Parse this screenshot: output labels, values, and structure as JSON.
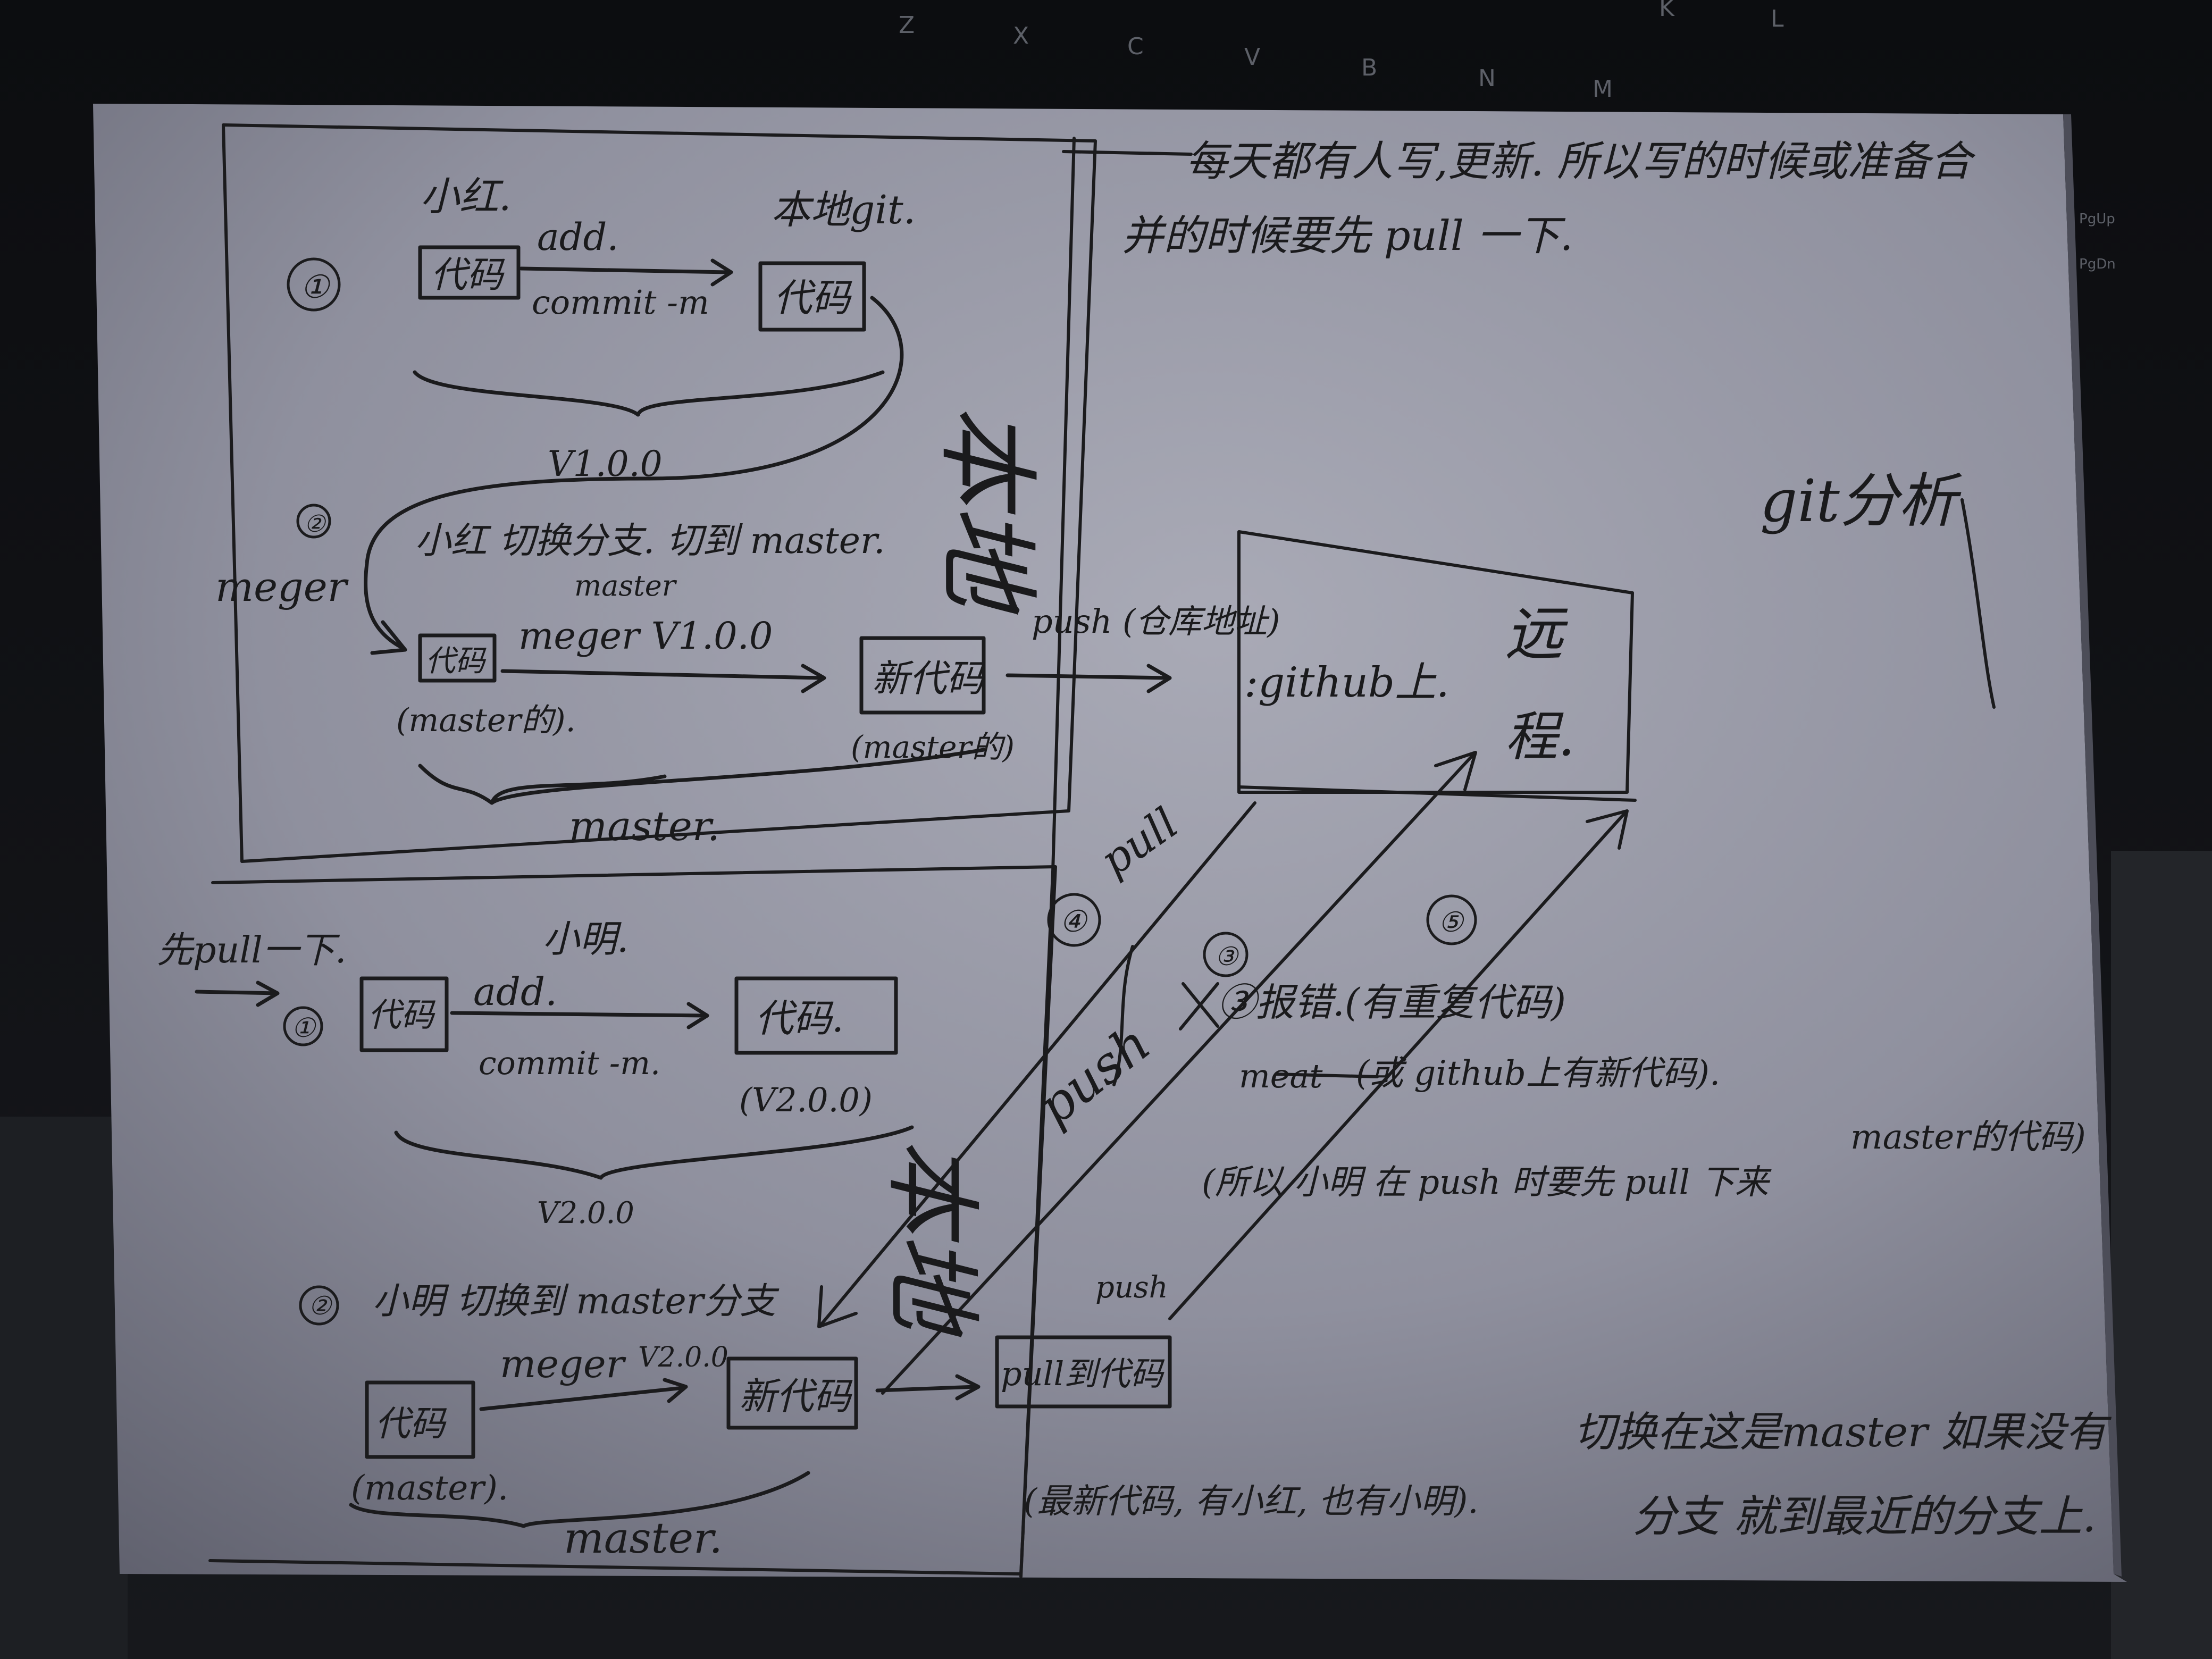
{
  "keyboard": {
    "keys": [
      "Z",
      "X",
      "C",
      "V",
      "B",
      "N",
      "M",
      "K",
      "L"
    ],
    "side_keys": [
      "↑ PgUp",
      "↓ PgDn"
    ]
  },
  "note_top": {
    "line1": "每天都有人写,更新. 所以写的时候或准备合",
    "line2": "并的时候要先 pull 一下."
  },
  "title_side": "git分析",
  "local_label": "本地",
  "remote": {
    "box_line1": ":github上.",
    "box_label_1": "远",
    "box_label_2": "程."
  },
  "xiaohong": {
    "name": "小红.",
    "local_git": "本地git.",
    "step1": "①",
    "code_box": "代码",
    "add": "add.",
    "commit": "commit -m",
    "local_code_box": "代码",
    "version": "V1.0.0",
    "step2": "②",
    "meger_side": "meger",
    "switch_note": "小红 切换分支. 切到 master.",
    "switch_sub": "master",
    "master_box": "代码",
    "master_sub": "(master的).",
    "meger_label": "meger V1.0.0",
    "new_code_box": "新代码",
    "new_code_sub": "(master的)",
    "push_label": "push (仓库地址)",
    "master_brace": "master."
  },
  "xiaoming": {
    "pre_pull": "先pull一下.",
    "name": "小明.",
    "step1": "①",
    "code_box": "代码",
    "add": "add.",
    "commit": "commit -m.",
    "local_code_box": "代码.",
    "local_version": "(V2.0.0)",
    "version": "V2.0.0",
    "step2": "②",
    "switch_note": "小明 切换到 master分支",
    "master_box": "代码",
    "master_sub": "(master).",
    "meger_label": "meger",
    "meger_version": "V2.0.0",
    "new_code_box": "新代码",
    "pull_box": "pull到代码",
    "pull_sub": "(最新代码, 有小红, 也有小明).",
    "master_brace": "master."
  },
  "arrows": {
    "pull": "pull",
    "push": "push",
    "push_small": "push",
    "circle4": "④",
    "circle3": "③",
    "circle5": "⑤"
  },
  "error_notes": {
    "line1": "③报错.(有重复代码)",
    "line2": "(或 github上有新代码).",
    "line3": "master的代码)",
    "line3_start": "(所以 小明 在 push 时要先 pull 下来",
    "strike_text": "meat"
  },
  "bottom_note": {
    "line1": "切换在这是master 如果没有",
    "line2": "分支 就到最近的分支上."
  }
}
